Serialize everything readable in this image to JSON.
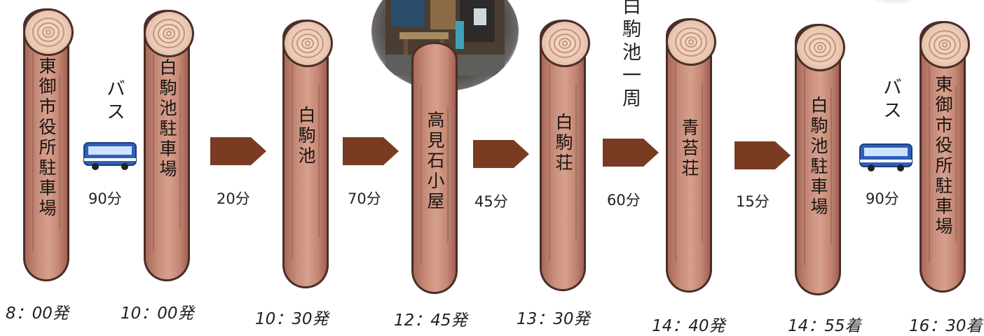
{
  "stops": [
    {
      "name": "東御市役所駐車場",
      "time": "8：00発"
    },
    {
      "name": "白駒池駐車場",
      "time": "10：00発"
    },
    {
      "name": "白駒池",
      "time": "10：30発"
    },
    {
      "name": "高見石小屋",
      "time": "12：45発"
    },
    {
      "name": "白駒荘",
      "time": "13：30発"
    },
    {
      "name": "青苔荘",
      "time": "14：40発"
    },
    {
      "name": "白駒池駐車場",
      "time": "14：55着"
    },
    {
      "name": "東御市役所駐車場",
      "time": "16：30着"
    }
  ],
  "legs": [
    {
      "mode": "バス",
      "duration": "90分",
      "icon": "bus-icon"
    },
    {
      "duration": "20分",
      "icon": "arrow-right-icon"
    },
    {
      "duration": "70分",
      "icon": "arrow-right-icon"
    },
    {
      "duration": "45分",
      "icon": "arrow-right-icon"
    },
    {
      "note": "白駒池一周",
      "duration": "60分",
      "icon": "arrow-right-icon"
    },
    {
      "duration": "15分",
      "icon": "arrow-right-icon"
    },
    {
      "mode": "バス",
      "duration": "90分",
      "icon": "bus-icon"
    }
  ],
  "colors": {
    "arrow": "#7a3b23",
    "log_wood": "#c98d7b",
    "log_outline": "#4a2e28",
    "bus_body": "#2f5fb8"
  }
}
